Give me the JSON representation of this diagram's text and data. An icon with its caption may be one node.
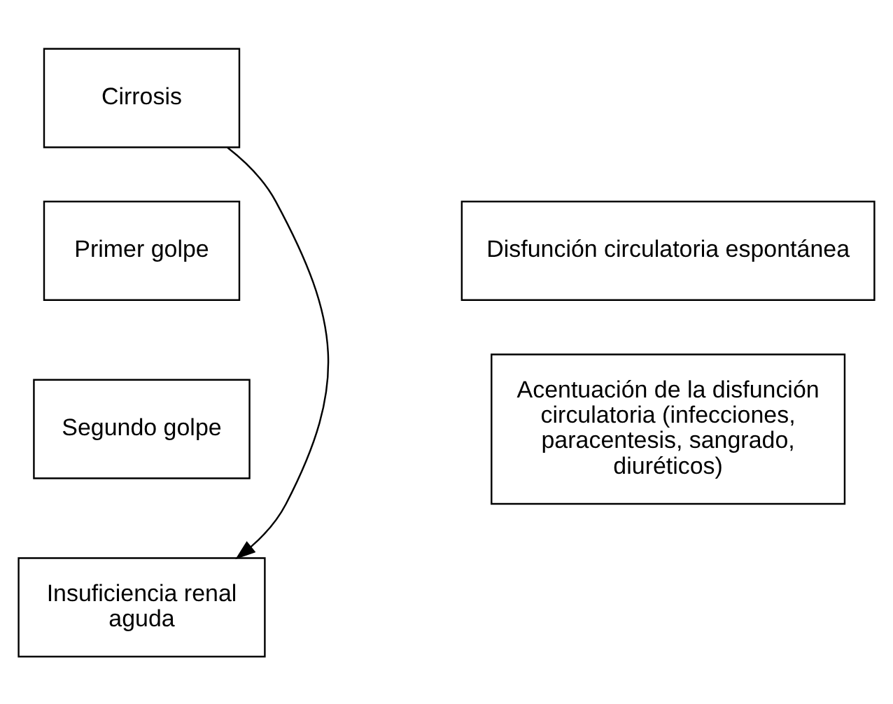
{
  "diagram": {
    "nodes": [
      {
        "text": [
          "Cirrosis"
        ]
      },
      {
        "text": [
          "Primer golpe"
        ]
      },
      {
        "text": [
          "Disfunción circulatoria espontánea"
        ]
      },
      {
        "text": [
          "Segundo golpe"
        ]
      },
      {
        "text": [
          "Acentuación de la disfunción circulatoria (infecciones, paracentesis, sangrado, diuréticos)"
        ]
      },
      {
        "text": [
          "Insuficiencia renal aguda"
        ]
      }
    ],
    "edges": [
      {
        "from": 0,
        "to": 5,
        "arrow": "to"
      }
    ]
  }
}
